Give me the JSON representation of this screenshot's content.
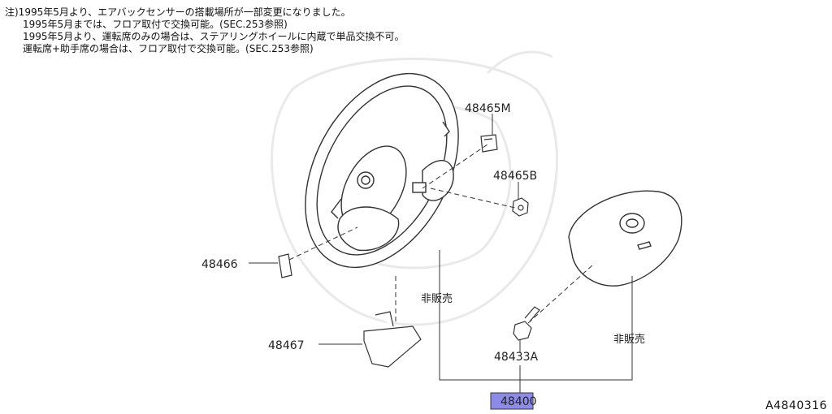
{
  "notes": [
    "注)1995年5月より、エアバックセンサーの搭載場所が一部変更になりました。",
    "1995年5月までは、フロア取付で交換可能。(SEC.253参照)",
    "1995年5月より、運転席のみの場合は、ステアリングホイールに内蔵で単品交換不可。",
    "運転席+助手席の場合は、フロア取付で交換可能。(SEC.253参照)"
  ],
  "parts": {
    "p48465M": "48465M",
    "p48465B": "48465B",
    "p48466": "48466",
    "p48467": "48467",
    "p48433A": "48433A",
    "p48400": "48400"
  },
  "labels": {
    "not_sold_1": "非販売",
    "not_sold_2": "非販売"
  },
  "diagram_id": "A4840316",
  "colors": {
    "highlight": "#8c8ce6",
    "line": "#333333"
  }
}
